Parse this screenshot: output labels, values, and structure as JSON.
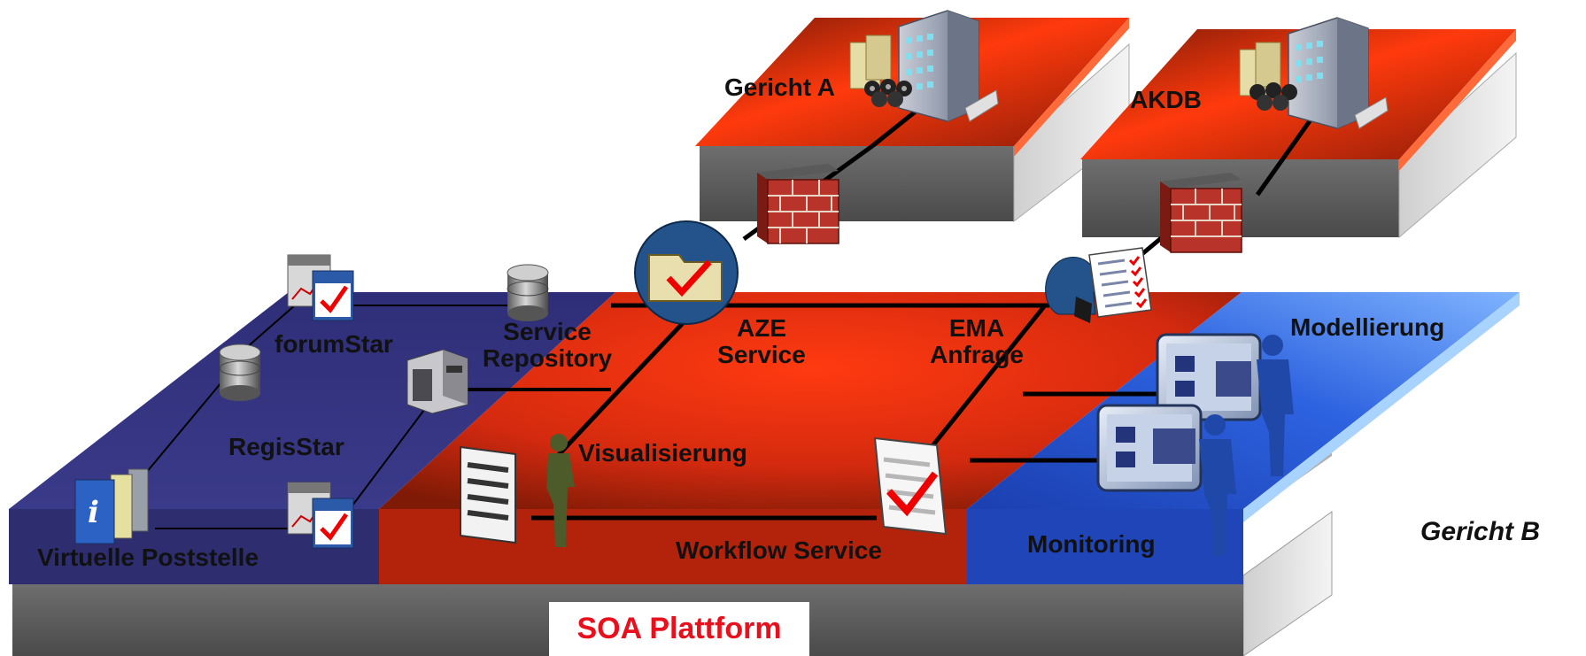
{
  "platform": {
    "label": "SOA Plattform",
    "label_color": "#e8101c"
  },
  "site": {
    "label": "Gericht B"
  },
  "remote_sites": [
    {
      "label": "Gericht A"
    },
    {
      "label": "AKDB"
    }
  ],
  "zones": {
    "left": {
      "color": "#33337a",
      "components": [
        {
          "label": "forumStar"
        },
        {
          "label": "Service\nRepository"
        },
        {
          "label": "RegisStar"
        },
        {
          "label": "Virtuelle Poststelle"
        }
      ]
    },
    "middle": {
      "color": "#d42a0f",
      "components": [
        {
          "label": "AZE\nService"
        },
        {
          "label": "EMA\nAnfrage"
        },
        {
          "label": "Visualisierung"
        },
        {
          "label": "Workflow Service"
        }
      ]
    },
    "right": {
      "color": "#2a5bd4",
      "components": [
        {
          "label": "Modellierung"
        },
        {
          "label": "Monitoring"
        }
      ]
    }
  },
  "icons": [
    "database-icon",
    "financials-calendar-icon",
    "server-icon",
    "info-books-icon",
    "folder-check-icon",
    "phone-user-icon",
    "checklist-icon",
    "document-icon",
    "person-silhouette-icon",
    "document-check-icon",
    "monitor-icon",
    "office-building-icon",
    "firewall-icon",
    "tape-cluster-icon"
  ]
}
